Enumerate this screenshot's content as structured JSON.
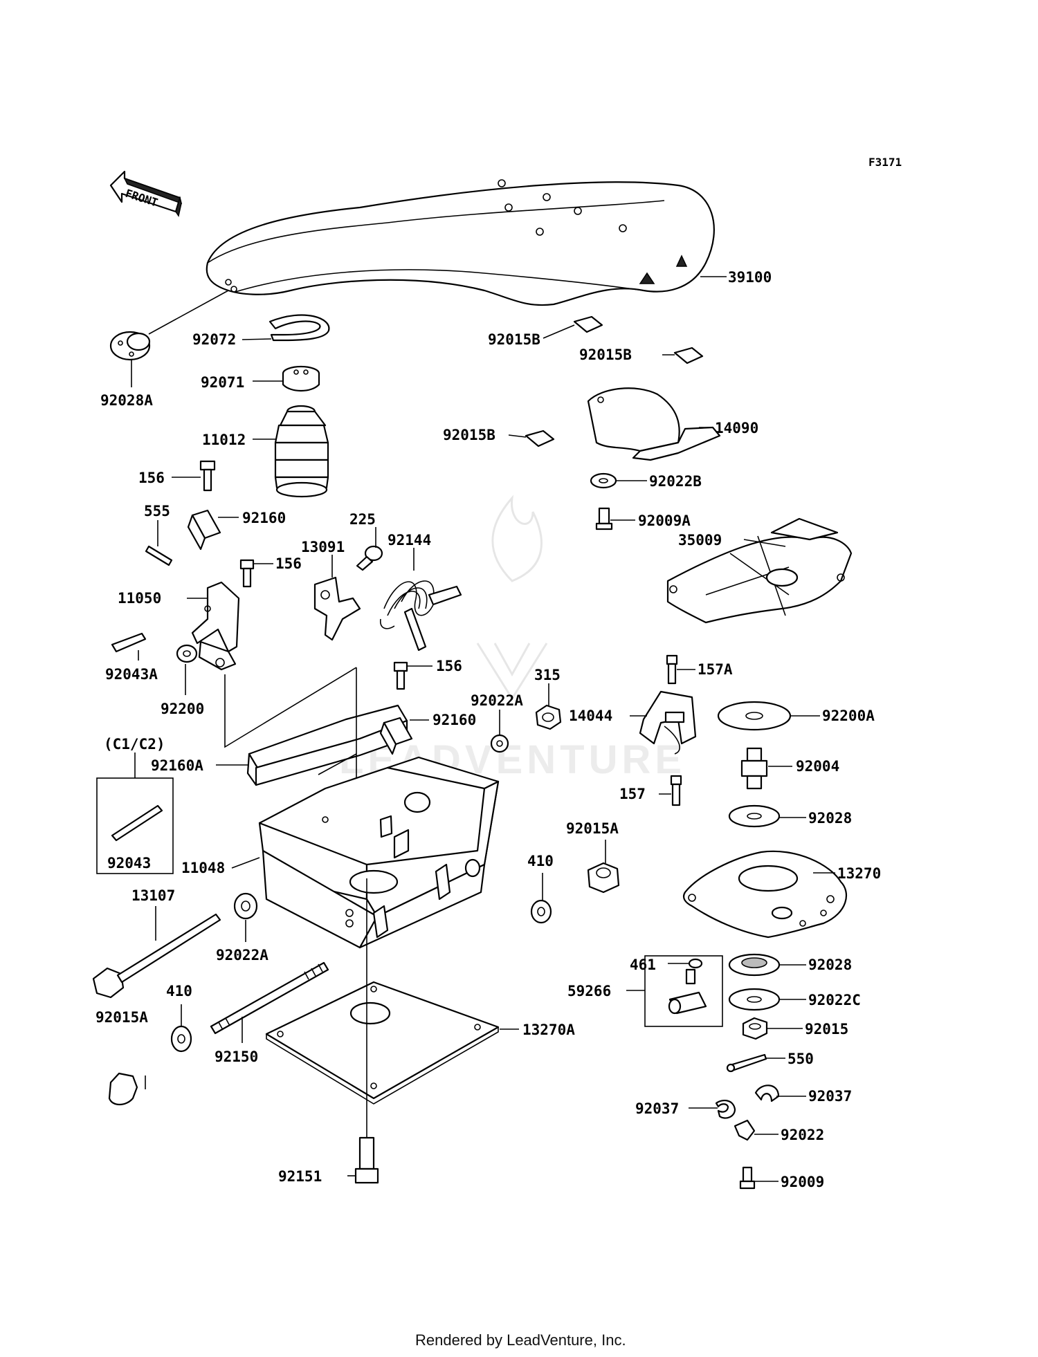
{
  "figure_code": "F3171",
  "front_label": "FRONT",
  "group_label": "(C1/C2)",
  "footer": "Rendered by LeadVenture, Inc.",
  "watermark": "LEADVENTURE",
  "parts": [
    "39100",
    "92072",
    "92028A",
    "92071",
    "11012",
    "156",
    "555",
    "92160",
    "225",
    "13091",
    "92144",
    "156",
    "11050",
    "92043A",
    "92200",
    "156",
    "315",
    "92022A",
    "92160",
    "92160A",
    "92043",
    "11048",
    "13107",
    "92022A",
    "410",
    "92015A",
    "92150",
    "13270A",
    "92151",
    "92015A",
    "410",
    "92015B",
    "92015B",
    "14090",
    "92015B",
    "92022B",
    "92009A",
    "35009",
    "157A",
    "14044",
    "92200A",
    "92004",
    "157",
    "92028",
    "13270",
    "461",
    "92028",
    "59266",
    "92022C",
    "92015",
    "550",
    "92037",
    "92037",
    "92022",
    "92009"
  ]
}
